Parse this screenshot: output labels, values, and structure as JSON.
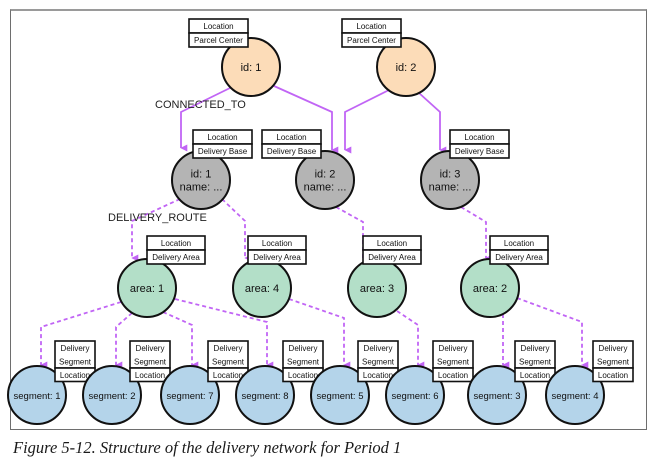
{
  "colors": {
    "parcel_center": "#fcdcb8",
    "delivery_base": "#b4b4b4",
    "delivery_area": "#b3dfc8",
    "delivery_segment": "#b4d4ea",
    "edge": "#c165f5"
  },
  "relationship_labels": {
    "connected_to": "CONNECTED_TO",
    "delivery_route": "DELIVERY_ROUTE"
  },
  "parcel_centers": [
    {
      "id": "pc1",
      "text": [
        "id: 1"
      ],
      "labels": [
        "Location",
        "Parcel Center"
      ]
    },
    {
      "id": "pc2",
      "text": [
        "id: 2"
      ],
      "labels": [
        "Location",
        "Parcel Center"
      ]
    }
  ],
  "delivery_bases": [
    {
      "id": "db1",
      "text": [
        "id: 1",
        "name: ..."
      ],
      "labels": [
        "Location",
        "Delivery Base"
      ]
    },
    {
      "id": "db2",
      "text": [
        "id: 2",
        "name: ..."
      ],
      "labels": [
        "Location",
        "Delivery Base"
      ]
    },
    {
      "id": "db3",
      "text": [
        "id: 3",
        "name: ..."
      ],
      "labels": [
        "Location",
        "Delivery Base"
      ]
    }
  ],
  "delivery_areas": [
    {
      "id": "a1",
      "text": [
        "area: 1"
      ],
      "labels": [
        "Location",
        "Delivery Area"
      ]
    },
    {
      "id": "a4",
      "text": [
        "area: 4"
      ],
      "labels": [
        "Location",
        "Delivery Area"
      ]
    },
    {
      "id": "a3",
      "text": [
        "area: 3"
      ],
      "labels": [
        "Location",
        "Delivery Area"
      ]
    },
    {
      "id": "a2",
      "text": [
        "area: 2"
      ],
      "labels": [
        "Location",
        "Delivery Area"
      ]
    }
  ],
  "delivery_segments": [
    {
      "id": "s1",
      "text": [
        "segment: 1"
      ],
      "labels": [
        "Delivery",
        "Segment",
        "Location"
      ]
    },
    {
      "id": "s2",
      "text": [
        "segment: 2"
      ],
      "labels": [
        "Delivery",
        "Segment",
        "Location"
      ]
    },
    {
      "id": "s7",
      "text": [
        "segment: 7"
      ],
      "labels": [
        "Delivery",
        "Segment",
        "Location"
      ]
    },
    {
      "id": "s8",
      "text": [
        "segment: 8"
      ],
      "labels": [
        "Delivery",
        "Segment",
        "Location"
      ]
    },
    {
      "id": "s5",
      "text": [
        "segment: 5"
      ],
      "labels": [
        "Delivery",
        "Segment",
        "Location"
      ]
    },
    {
      "id": "s6",
      "text": [
        "segment: 6"
      ],
      "labels": [
        "Delivery",
        "Segment",
        "Location"
      ]
    },
    {
      "id": "s3",
      "text": [
        "segment: 3"
      ],
      "labels": [
        "Delivery",
        "Segment",
        "Location"
      ]
    },
    {
      "id": "s4",
      "text": [
        "segment: 4"
      ],
      "labels": [
        "Delivery",
        "Segment",
        "Location"
      ]
    }
  ],
  "edges": {
    "connected_to": [
      [
        "pc1",
        "db1"
      ],
      [
        "pc1",
        "db2"
      ],
      [
        "pc2",
        "db2"
      ],
      [
        "pc2",
        "db3"
      ]
    ],
    "delivery_route": [
      [
        "db1",
        "a1"
      ],
      [
        "db1",
        "a4"
      ],
      [
        "db2",
        "a3"
      ],
      [
        "db3",
        "a2"
      ],
      [
        "a1",
        "s1"
      ],
      [
        "a1",
        "s2"
      ],
      [
        "a1",
        "s7"
      ],
      [
        "a1",
        "s8"
      ],
      [
        "a4",
        "s5"
      ],
      [
        "a3",
        "s6"
      ],
      [
        "a2",
        "s3"
      ],
      [
        "a2",
        "s4"
      ]
    ]
  },
  "caption": "Figure 5-12. Structure of the delivery network for Period 1"
}
